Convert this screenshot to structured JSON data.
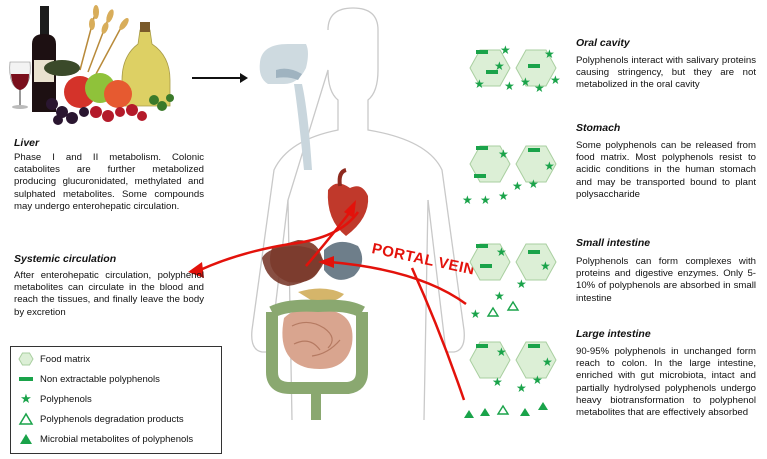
{
  "colors": {
    "accent_red": "#e3120b",
    "polyphenol_green": "#1aa34a",
    "food_matrix_green": "#cfe9c9"
  },
  "liver": {
    "heading": "Liver",
    "text": "Phase I and II metabolism. Colonic catabolites are further metabolized producing glucuronidated, methylated and sulphated metabolites. Some compounds may undergo enterohepatic circulation."
  },
  "systemic": {
    "heading": "Systemic circulation",
    "text": "After enterohepatic circulation, polyphenol metabolites can circulate in the blood and reach the tissues, and finally leave the body by excretion"
  },
  "portal_vein": "PORTAL VEIN",
  "oral": {
    "heading": "Oral cavity",
    "text": "Polyphenols interact with salivary proteins causing stringency, but they are not metabolized in the oral cavity"
  },
  "stomach": {
    "heading": "Stomach",
    "text": "Some polyphenols can be released from food matrix. Most polyphenols resist to acidic conditions in the human stomach and may be transported bound to plant polysaccharide"
  },
  "small_intestine": {
    "heading": "Small intestine",
    "text": "Polyphenols can form complexes with proteins and digestive enzymes. Only 5-10% of polyphenols are absorbed in small intestine"
  },
  "large_intestine": {
    "heading": "Large intestine",
    "text": "90-95% polyphenols in unchanged form reach to colon. In the large intestine, enriched with gut microbiota, intact and partially hydrolysed polyphenols undergo heavy biotransformation to polyphenol metabolites that are effectively absorbed"
  },
  "legend": [
    {
      "icon": "food-matrix-icon",
      "label": "Food matrix"
    },
    {
      "icon": "bar-icon",
      "label": "Non extractable polyphenols"
    },
    {
      "icon": "star-icon",
      "label": "Polyphenols"
    },
    {
      "icon": "open-triangle-icon",
      "label": "Polyphenols degradation products"
    },
    {
      "icon": "filled-triangle-icon",
      "label": "Microbial metabolites of polyphenols"
    }
  ]
}
